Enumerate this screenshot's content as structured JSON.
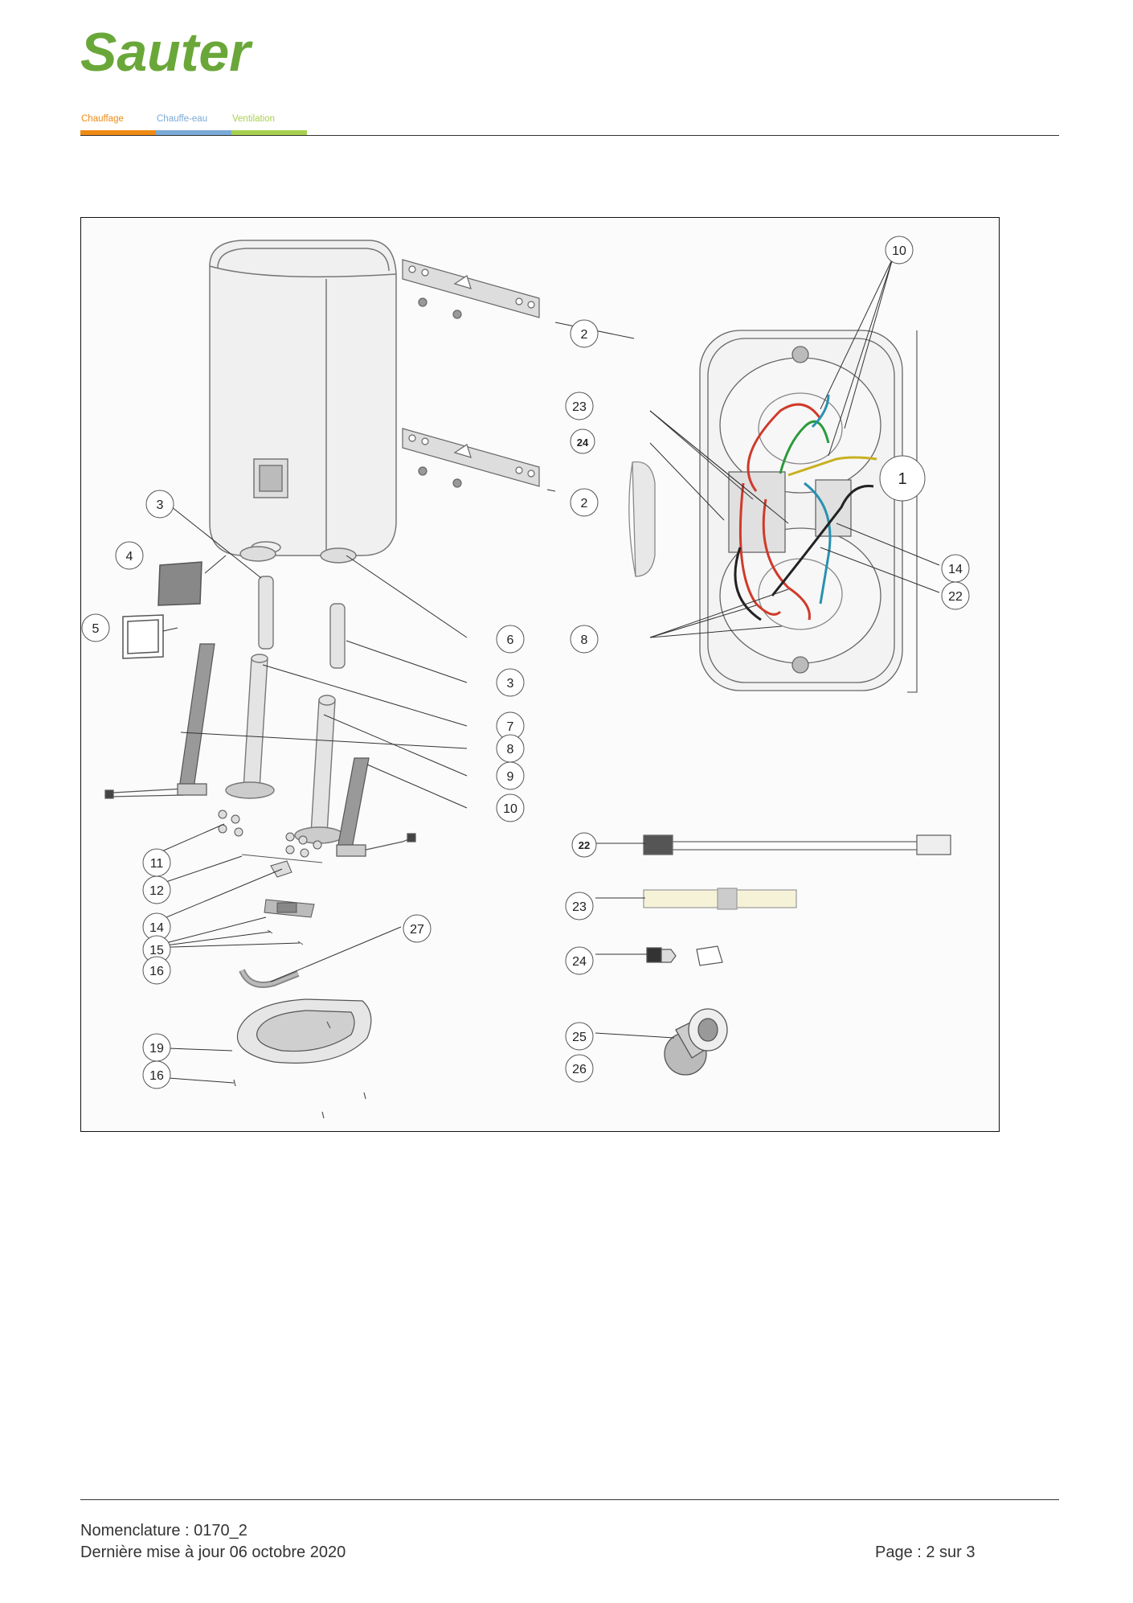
{
  "brand": {
    "name": "Sauter",
    "color": "#6aa739"
  },
  "categories": [
    {
      "label": "Chauffage",
      "color": "#ef8a14"
    },
    {
      "label": "Chauffe-eau",
      "color": "#7aaad6"
    },
    {
      "label": "Ventilation",
      "color": "#a8d050"
    }
  ],
  "callouts": {
    "c10a": "10",
    "c2a": "2",
    "c23a": "23",
    "c24a": "24",
    "c1": "1",
    "c2b": "2",
    "c3a": "3",
    "c4": "4",
    "c5": "5",
    "c6": "6",
    "c8a": "8",
    "c14a": "14",
    "c22a": "22",
    "c3b": "3",
    "c7": "7",
    "c8b": "8",
    "c9": "9",
    "c10b": "10",
    "c11": "11",
    "c12": "12",
    "c14b": "14",
    "c15": "15",
    "c16a": "16",
    "c27": "27",
    "c19": "19",
    "c16b": "16",
    "c22b": "22",
    "c23b": "23",
    "c24b": "24",
    "c25": "25",
    "c26": "26"
  },
  "footer": {
    "nomenclature": "Nomenclature : 0170_2",
    "update": "Dernière mise à jour 06 octobre 2020",
    "page": "Page : 2 sur 3"
  }
}
